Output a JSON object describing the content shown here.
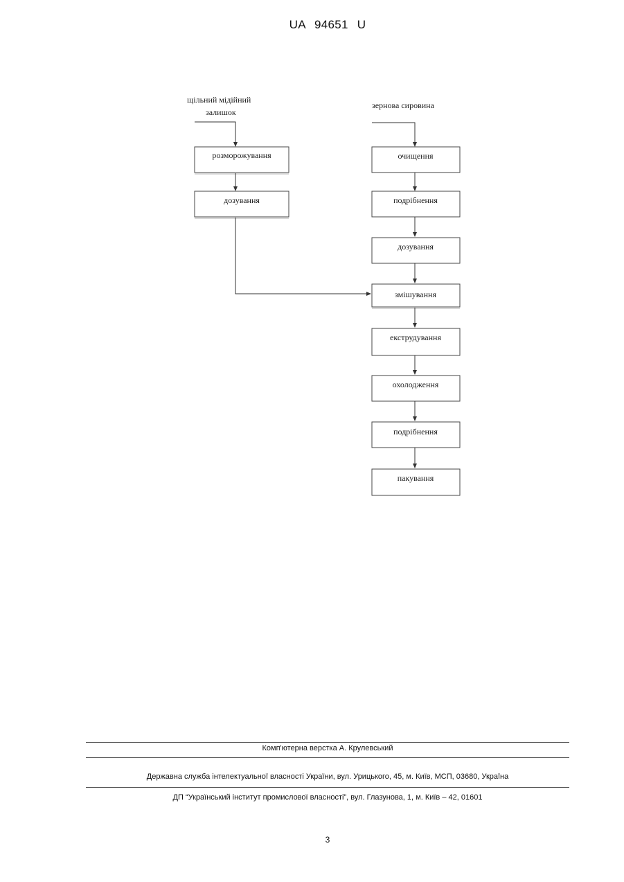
{
  "header": {
    "doc_id": "UA   94651   U"
  },
  "diagram": {
    "left_input": {
      "line1": "щільний мідійний",
      "line2": "залишок"
    },
    "right_input": "зернова сировина",
    "left_steps": [
      "розморожування",
      "дозування"
    ],
    "right_steps": [
      "очищення",
      "подрібнення",
      "дозування",
      "змішування",
      "екструдування",
      "охолодження",
      "подрібнення",
      "пакування"
    ]
  },
  "footer": {
    "typesetting": "Комп'ютерна верстка А. Крулевський",
    "agency": "Державна служба інтелектуальної власності України, вул. Урицького, 45, м. Київ, МСП, 03680, Україна",
    "institute": "ДП “Український інститут промислової власності”, вул. Глазунова, 1, м. Київ – 42, 01601"
  },
  "page_number": "3"
}
